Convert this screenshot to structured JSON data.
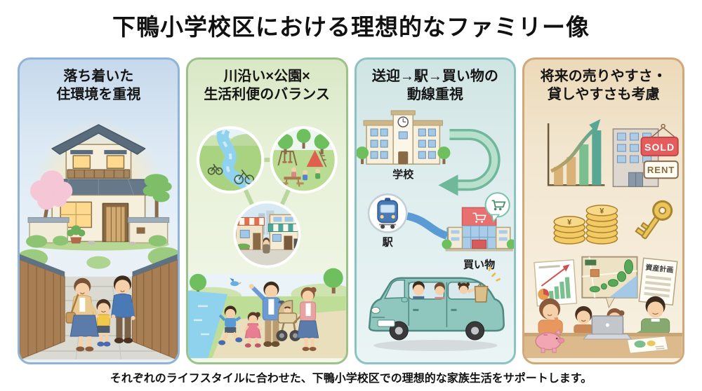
{
  "title": "下鴨小学校区における理想的なファミリー像",
  "footer": "それぞれのライフスタイルに合わせた、下鴨小学校区での理想的な家族生活をサポートします。",
  "panels": {
    "living": {
      "heading_line1": "落ち着いた",
      "heading_line2": "住環境を重視"
    },
    "balance": {
      "heading_line1": "川沿い×公園×",
      "heading_line2": "生活利便のバランス"
    },
    "flow": {
      "heading_line1": "送迎→駅→買い物の",
      "heading_line2": "動線重視",
      "labels": {
        "school": "学校",
        "station": "駅",
        "shopping": "買い物"
      }
    },
    "resale": {
      "heading_line1": "将来の売りやすさ・",
      "heading_line2": "貸しやすさも考慮",
      "labels": {
        "sold": "SOLD",
        "rent": "RENT",
        "plan_doc": "資産計画",
        "yen": "¥"
      }
    }
  },
  "colors": {
    "panel_living_border": "#8fb3d9",
    "panel_balance_border": "#9cc289",
    "panel_flow_border": "#8cc2c2",
    "panel_resale_border": "#d2a878",
    "sold_sign_red": "#e45c5c",
    "rent_sign_text": "#8a6a3a",
    "route_arrow_green": "#6fb89a",
    "route_arrow_blue": "#5b9bd5",
    "minivan_teal": "#8fc6be",
    "coin_gold": "#f2cb67"
  }
}
